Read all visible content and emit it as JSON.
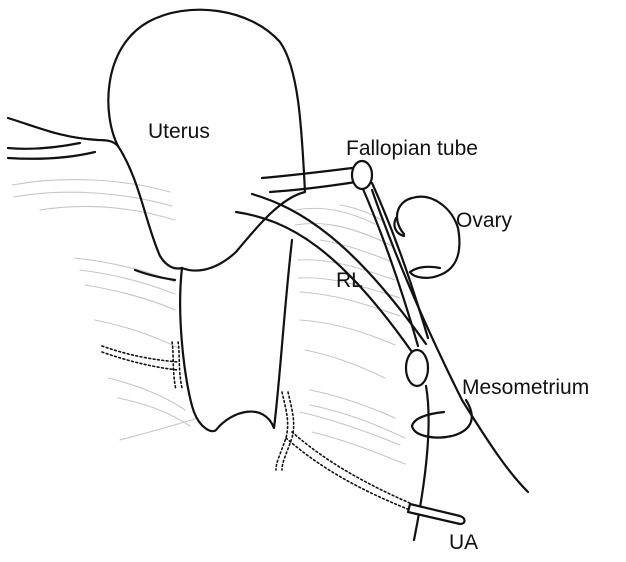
{
  "labels": {
    "uterus": "Uterus",
    "fallopian_tube": "Fallopian tube",
    "ovary": "Ovary",
    "rl": "RL",
    "mesometrium": "Mesometrium",
    "ua": "UA"
  },
  "colors": {
    "line": "#111111",
    "fibers": "#c6c6c6",
    "background": "#ffffff"
  }
}
